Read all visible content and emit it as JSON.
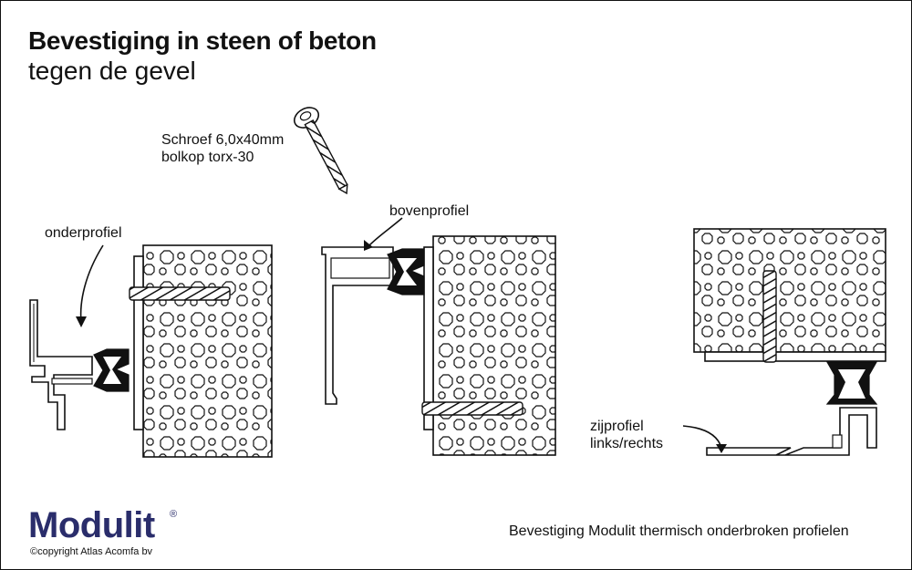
{
  "title": {
    "main": "Bevestiging in steen of beton",
    "sub": "tegen de gevel"
  },
  "labels": {
    "screw_line1": "Schroef 6,0x40mm",
    "screw_line2": "bolkop torx-30",
    "bottom_profile": "onderprofiel",
    "top_profile": "bovenprofiel",
    "side_profile_line1": "zijprofiel",
    "side_profile_line2": "links/rechts"
  },
  "footer": {
    "brand": "Modulit",
    "registered": "®",
    "copyright": "©copyright Atlas Acomfa bv",
    "caption": "Bevestiging Modulit thermisch onderbroken profielen"
  },
  "colors": {
    "brand": "#2a2d6b",
    "line": "#111111"
  }
}
